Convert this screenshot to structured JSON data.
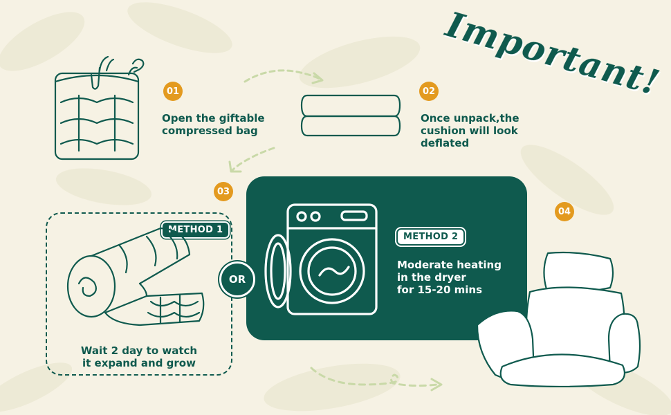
{
  "title": "Important!",
  "steps": [
    {
      "number": "01",
      "text": "Open the giftable\ncompressed bag"
    },
    {
      "number": "02",
      "text": "Once unpack,the\ncushion will look\ndeflated"
    },
    {
      "number": "03"
    },
    {
      "number": "04"
    }
  ],
  "method1": {
    "label": "METHOD 1",
    "text": "Wait 2 day to watch\nit expand and grow"
  },
  "or_label": "OR",
  "method2": {
    "label": "METHOD 2",
    "text": "Moderate heating\nin the dryer\nfor 15-20 mins"
  },
  "icons": [
    "compressed-cushion-icon",
    "deflated-cushion-icon",
    "rolled-cushion-icon",
    "washing-machine-icon",
    "egg-chair-cushion-icon"
  ],
  "colors": {
    "primary": "#0f5a4e",
    "accent": "#e39a1f",
    "arrow": "#c9d9a8",
    "background": "#f6f2e4"
  }
}
